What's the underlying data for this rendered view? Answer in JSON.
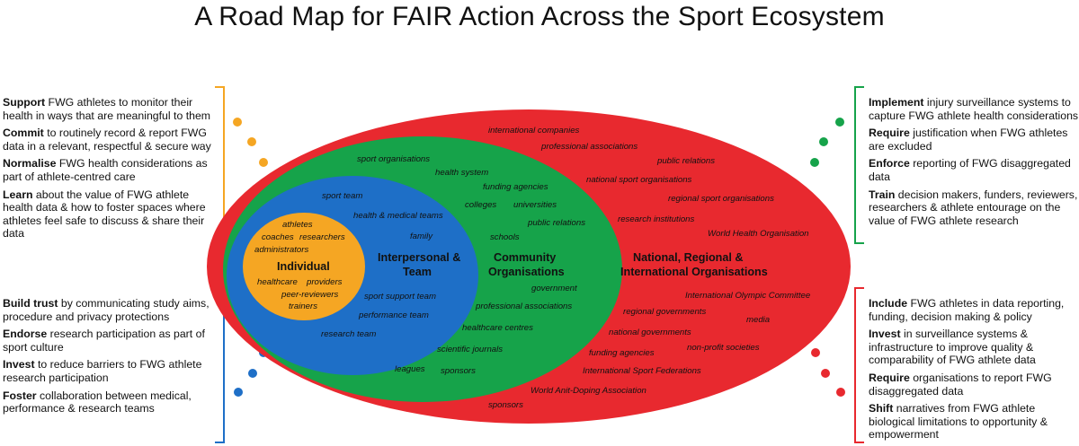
{
  "title": "A Road Map for FAIR Action Across the Sport Ecosystem",
  "colors": {
    "individual": "#f5a623",
    "interpersonal": "#1e6fc7",
    "community": "#16a34a",
    "national": "#e8292f",
    "left_top_accent": "#f5a623",
    "left_bottom_accent": "#1e6fc7",
    "right_top_accent": "#16a34a",
    "right_bottom_accent": "#e8292f"
  },
  "left_top": [
    {
      "bold": "Support",
      "text": " FWG athletes to monitor their health in ways that are meaningful to them"
    },
    {
      "bold": "Commit",
      "text": " to routinely record & report FWG data in a relevant, respectful & secure way"
    },
    {
      "bold": "Normalise",
      "text": " FWG health considerations as part of athlete-centred care"
    },
    {
      "bold": "Learn",
      "text": " about the value of FWG athlete health data & how to foster spaces where athletes feel safe to discuss & share their data"
    }
  ],
  "left_bottom": [
    {
      "bold": "Build trust",
      "text": " by communicating study aims, procedure and privacy protections"
    },
    {
      "bold": "Endorse",
      "text": " research participation as part of sport culture"
    },
    {
      "bold": "Invest",
      "text": " to reduce barriers to FWG athlete research participation"
    },
    {
      "bold": "Foster",
      "text": " collaboration between medical, performance & research teams"
    }
  ],
  "right_top": [
    {
      "bold": "Implement",
      "text": " injury surveillance systems to capture  FWG athlete health considerations"
    },
    {
      "bold": "Require",
      "text": " justification when FWG athletes are excluded"
    },
    {
      "bold": "Enforce",
      "text": " reporting of FWG disaggregated data"
    },
    {
      "bold": "Train",
      "text": " decision makers, funders, reviewers, researchers & athlete entourage on the value of FWG athlete research"
    }
  ],
  "right_bottom": [
    {
      "bold": "Include",
      "text": " FWG athletes in data reporting, funding, decision making & policy"
    },
    {
      "bold": "Invest",
      "text": " in surveillance systems & infrastructure to improve quality & comparability of FWG athlete data"
    },
    {
      "bold": "Require",
      "text": " organisations to report FWG disaggregated data"
    },
    {
      "bold": "Shift",
      "text": " narratives from FWG athlete biological limitations to opportunity & empowerment"
    }
  ],
  "levels": {
    "individual": {
      "title": "Individual",
      "items": [
        "athletes",
        "coaches",
        "researchers",
        "administrators",
        "healthcare",
        "providers",
        "peer-reviewers",
        "trainers"
      ]
    },
    "interpersonal": {
      "title_line1": "Interpersonal &",
      "title_line2": "Team",
      "items": [
        "sport team",
        "health & medical teams",
        "family",
        "sport support team",
        "performance team",
        "research team"
      ]
    },
    "community": {
      "title_line1": "Community",
      "title_line2": "Organisations",
      "items": [
        "sport organisations",
        "health system",
        "funding agencies",
        "colleges",
        "universities",
        "public relations",
        "schools",
        "government",
        "professional associations",
        "healthcare centres",
        "scientific journals",
        "leagues",
        "sponsors"
      ]
    },
    "national": {
      "title_line1": "National, Regional &",
      "title_line2": "International Organisations",
      "items": [
        "international companies",
        "professional associations",
        "public relations",
        "national sport organisations",
        "regional sport organisations",
        "research institutions",
        "World Health Organisation",
        "International Olympic Committee",
        "regional governments",
        "media",
        "national governments",
        "funding agencies",
        "non-profit societies",
        "International Sport Federations",
        "World Anit-Doping Association",
        "sponsors"
      ]
    }
  }
}
